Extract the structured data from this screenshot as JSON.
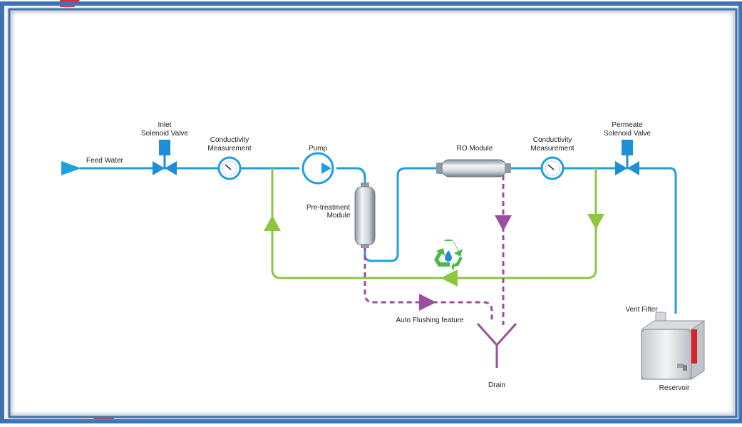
{
  "labels": {
    "feed_water": "Feed Water",
    "inlet_valve_line1": "Inlet",
    "inlet_valve_line2": "Solenoid Valve",
    "conductivity1_line1": "Conductivity",
    "conductivity1_line2": "Measurement",
    "pump": "Pump",
    "pretreatment_line1": "Pre-treatment",
    "pretreatment_line2": "Module",
    "ro_module": "RO Module",
    "conductivity2_line1": "Conductivity",
    "conductivity2_line2": "Measurement",
    "permeate_valve_line1": "Permeate",
    "permeate_valve_line2": "Solenoid Valve",
    "auto_flushing": "Auto Flushing feature",
    "drain": "Drain",
    "vent_filter": "Vent Filter",
    "reservoir": "Reservoir"
  },
  "colors": {
    "water_line": "#1ea0e0",
    "recycle_line": "#8dc63f",
    "drain_line": "#9b4d9e",
    "frame_blue": "#3d72b4",
    "frame_red": "#e8262d",
    "valve_blue": "#1e8fd6",
    "recycle_icon": "#4db848"
  }
}
